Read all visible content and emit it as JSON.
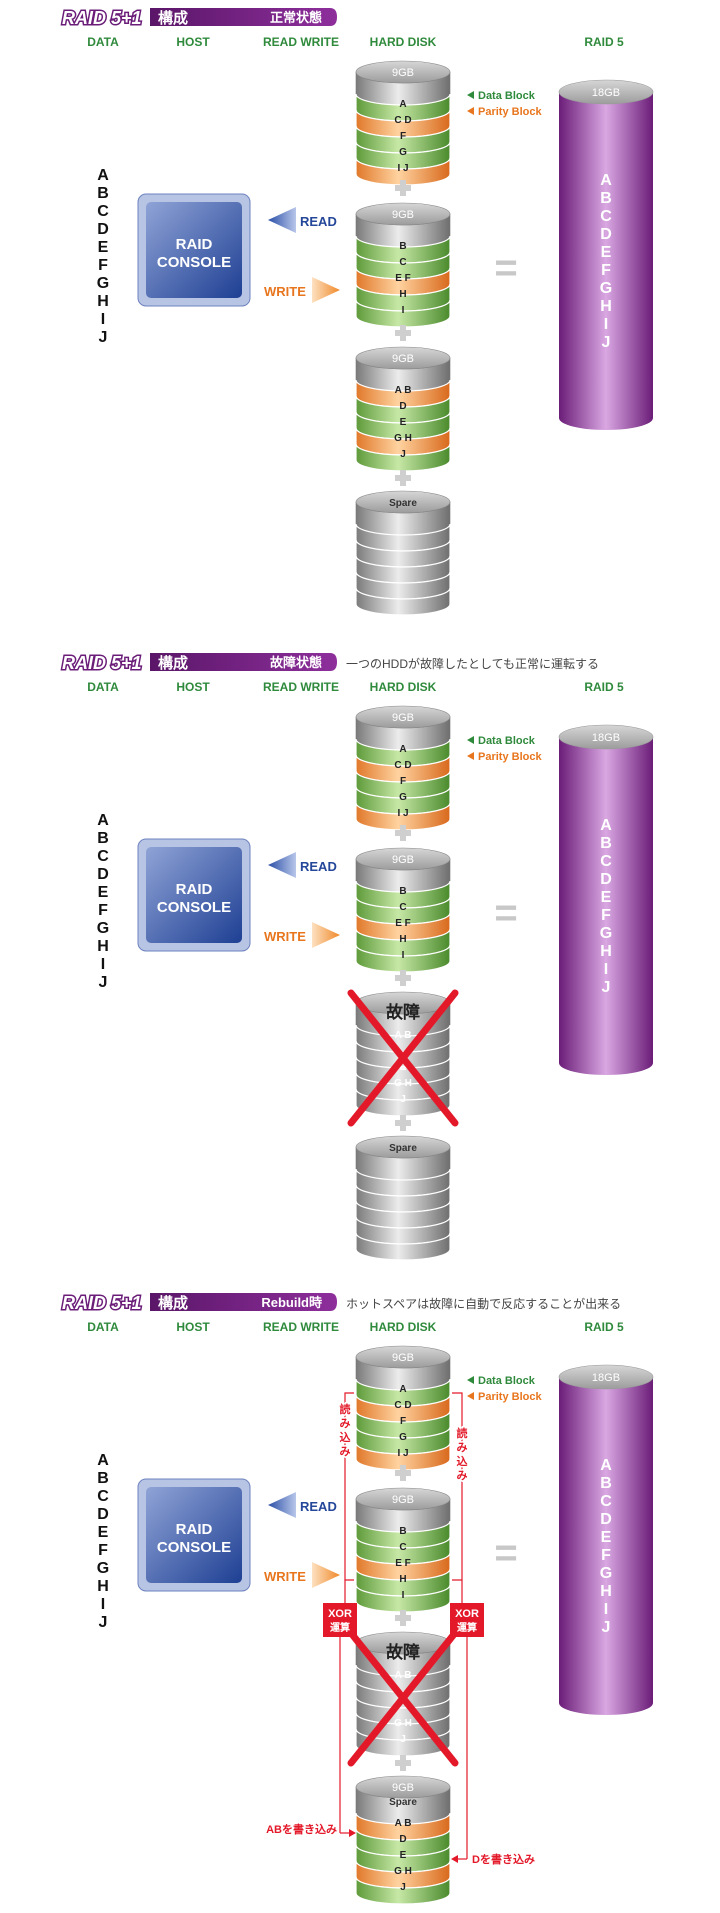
{
  "sections": [
    {
      "title_raid": "RAID 5+1",
      "title_kousei": "構成",
      "state": "正常状態",
      "note": "",
      "columns": {
        "data": "DATA",
        "host": "HOST",
        "rw": "READ WRITE",
        "hdd": "HARD DISK",
        "raid": "RAID 5"
      },
      "data_letters": [
        "A",
        "B",
        "C",
        "D",
        "E",
        "F",
        "G",
        "H",
        "I",
        "J"
      ],
      "console_line1": "RAID",
      "console_line2": "CONSOLE",
      "read_label": "READ",
      "write_label": "WRITE",
      "equals": "=",
      "legend_data": "Data Block",
      "legend_parity": "Parity Block",
      "disks": [
        {
          "top": "9GB",
          "spare": false,
          "failed": false,
          "layers": [
            {
              "label": "A",
              "type": "data"
            },
            {
              "label": "C D",
              "type": "parity"
            },
            {
              "label": "F",
              "type": "data"
            },
            {
              "label": "G",
              "type": "data"
            },
            {
              "label": "I J",
              "type": "parity"
            }
          ]
        },
        {
          "top": "9GB",
          "spare": false,
          "failed": false,
          "layers": [
            {
              "label": "B",
              "type": "data"
            },
            {
              "label": "C",
              "type": "data"
            },
            {
              "label": "E F",
              "type": "parity"
            },
            {
              "label": "H",
              "type": "data"
            },
            {
              "label": "I",
              "type": "data"
            }
          ]
        },
        {
          "top": "9GB",
          "spare": false,
          "failed": false,
          "layers": [
            {
              "label": "A B",
              "type": "parity"
            },
            {
              "label": "D",
              "type": "data"
            },
            {
              "label": "E",
              "type": "data"
            },
            {
              "label": "G H",
              "type": "parity"
            },
            {
              "label": "J",
              "type": "data"
            }
          ]
        },
        {
          "top": "Spare",
          "spare": true,
          "failed": false,
          "layers": [
            {
              "label": "",
              "type": "gray"
            },
            {
              "label": "",
              "type": "gray"
            },
            {
              "label": "",
              "type": "gray"
            },
            {
              "label": "",
              "type": "gray"
            },
            {
              "label": "",
              "type": "gray"
            }
          ]
        }
      ],
      "raid_top": "18GB",
      "raid_letters": [
        "A",
        "B",
        "C",
        "D",
        "E",
        "F",
        "G",
        "H",
        "I",
        "J"
      ]
    },
    {
      "title_raid": "RAID 5+1",
      "title_kousei": "構成",
      "state": "故障状態",
      "note": "一つのHDDが故障したとしても正常に運転する",
      "columns": {
        "data": "DATA",
        "host": "HOST",
        "rw": "READ WRITE",
        "hdd": "HARD DISK",
        "raid": "RAID 5"
      },
      "data_letters": [
        "A",
        "B",
        "C",
        "D",
        "E",
        "F",
        "G",
        "H",
        "I",
        "J"
      ],
      "console_line1": "RAID",
      "console_line2": "CONSOLE",
      "read_label": "READ",
      "write_label": "WRITE",
      "equals": "=",
      "legend_data": "Data Block",
      "legend_parity": "Parity Block",
      "failure_label": "故障",
      "disks": [
        {
          "top": "9GB",
          "spare": false,
          "failed": false,
          "layers": [
            {
              "label": "A",
              "type": "data"
            },
            {
              "label": "C D",
              "type": "parity"
            },
            {
              "label": "F",
              "type": "data"
            },
            {
              "label": "G",
              "type": "data"
            },
            {
              "label": "I J",
              "type": "parity"
            }
          ]
        },
        {
          "top": "9GB",
          "spare": false,
          "failed": false,
          "layers": [
            {
              "label": "B",
              "type": "data"
            },
            {
              "label": "C",
              "type": "data"
            },
            {
              "label": "E F",
              "type": "parity"
            },
            {
              "label": "H",
              "type": "data"
            },
            {
              "label": "I",
              "type": "data"
            }
          ]
        },
        {
          "top": "",
          "spare": false,
          "failed": true,
          "layers": [
            {
              "label": "A B",
              "type": "gray"
            },
            {
              "label": "",
              "type": "gray"
            },
            {
              "label": "E",
              "type": "gray"
            },
            {
              "label": "G H",
              "type": "gray"
            },
            {
              "label": "J",
              "type": "gray"
            }
          ]
        },
        {
          "top": "Spare",
          "spare": true,
          "failed": false,
          "layers": [
            {
              "label": "",
              "type": "gray"
            },
            {
              "label": "",
              "type": "gray"
            },
            {
              "label": "",
              "type": "gray"
            },
            {
              "label": "",
              "type": "gray"
            },
            {
              "label": "",
              "type": "gray"
            }
          ]
        }
      ],
      "raid_top": "18GB",
      "raid_letters": [
        "A",
        "B",
        "C",
        "D",
        "E",
        "F",
        "G",
        "H",
        "I",
        "J"
      ]
    },
    {
      "title_raid": "RAID 5+1",
      "title_kousei": "構成",
      "state": "Rebuild時",
      "note": "ホットスペアは故障に自動で反応することが出来る",
      "columns": {
        "data": "DATA",
        "host": "HOST",
        "rw": "READ WRITE",
        "hdd": "HARD DISK",
        "raid": "RAID 5"
      },
      "data_letters": [
        "A",
        "B",
        "C",
        "D",
        "E",
        "F",
        "G",
        "H",
        "I",
        "J"
      ],
      "console_line1": "RAID",
      "console_line2": "CONSOLE",
      "read_label": "READ",
      "write_label": "WRITE",
      "equals": "=",
      "legend_data": "Data Block",
      "legend_parity": "Parity Block",
      "failure_label": "故障",
      "disks": [
        {
          "top": "9GB",
          "spare": false,
          "failed": false,
          "layers": [
            {
              "label": "A",
              "type": "data"
            },
            {
              "label": "C D",
              "type": "parity"
            },
            {
              "label": "F",
              "type": "data"
            },
            {
              "label": "G",
              "type": "data"
            },
            {
              "label": "I J",
              "type": "parity"
            }
          ]
        },
        {
          "top": "9GB",
          "spare": false,
          "failed": false,
          "layers": [
            {
              "label": "B",
              "type": "data"
            },
            {
              "label": "C",
              "type": "data"
            },
            {
              "label": "E F",
              "type": "parity"
            },
            {
              "label": "H",
              "type": "data"
            },
            {
              "label": "I",
              "type": "data"
            }
          ]
        },
        {
          "top": "",
          "spare": false,
          "failed": true,
          "layers": [
            {
              "label": "A B",
              "type": "gray"
            },
            {
              "label": "",
              "type": "gray"
            },
            {
              "label": "",
              "type": "gray"
            },
            {
              "label": "G H",
              "type": "gray"
            },
            {
              "label": "J",
              "type": "gray"
            }
          ]
        },
        {
          "top": "9GB",
          "top2": "Spare",
          "spare": false,
          "failed": false,
          "layers": [
            {
              "label": "A B",
              "type": "parity"
            },
            {
              "label": "D",
              "type": "data"
            },
            {
              "label": "E",
              "type": "data"
            },
            {
              "label": "G H",
              "type": "parity"
            },
            {
              "label": "J",
              "type": "data"
            }
          ]
        }
      ],
      "raid_top": "18GB",
      "raid_letters": [
        "A",
        "B",
        "C",
        "D",
        "E",
        "F",
        "G",
        "H",
        "I",
        "J"
      ],
      "rebuild": {
        "read_left": "読み込み",
        "read_right": "読み込み",
        "xor": "XOR",
        "xor2": "運算",
        "write_left": "ABを書き込み",
        "write_right": "Dを書き込み"
      }
    }
  ]
}
